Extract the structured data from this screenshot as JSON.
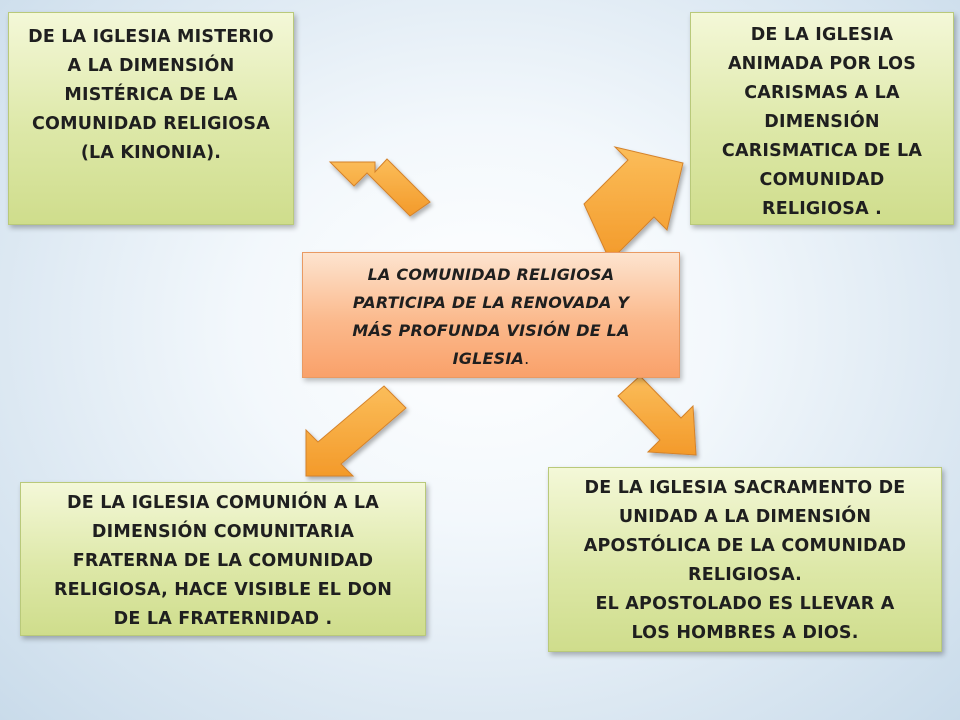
{
  "center_box": {
    "text_main": "LA  COMUNIDAD  RELIGIOSA\nPARTICIPA  DE LA RENOVADA Y\nMÁS PROFUNDA  VISIÓN DE LA\nIGLESIA",
    "text_tail": "."
  },
  "top_left_box": {
    "text": "DE LA IGLESIA MISTERIO\nA LA DIMENSIÓN\nMISTÉRICA DE LA\nCOMUNIDAD  RELIGIOSA\n(LA KINONIA)."
  },
  "top_right_box": {
    "text": "DE LA IGLESIA\nANIMADA POR LOS\nCARISMAS  A LA\nDIMENSIÓN\nCARISMATICA DE LA\nCOMUNIDAD\nRELIGIOSA ."
  },
  "bottom_left_box": {
    "text": "DE LA IGLESIA  COMUNIÓN A LA\nDIMENSIÓN  COMUNITARIA\nFRATERNA DE LA COMUNIDAD\nRELIGIOSA, HACE VISIBLE  EL DON\nDE LA FRATERNIDAD ."
  },
  "bottom_right_box": {
    "text": "DE LA IGLESIA SACRAMENTO  DE\nUNIDAD A LA DIMENSIÓN\nAPOSTÓLICA DE LA COMUNIDAD\nRELIGIOSA.\nEL APOSTOLADO  ES LLEVAR A\nLOS HOMBRES A  DIOS."
  },
  "colors": {
    "arrow_fill": "#f7a233",
    "arrow_stroke": "#d4822a",
    "green_box": "#dde8a8",
    "orange_box": "#fbb98c"
  }
}
